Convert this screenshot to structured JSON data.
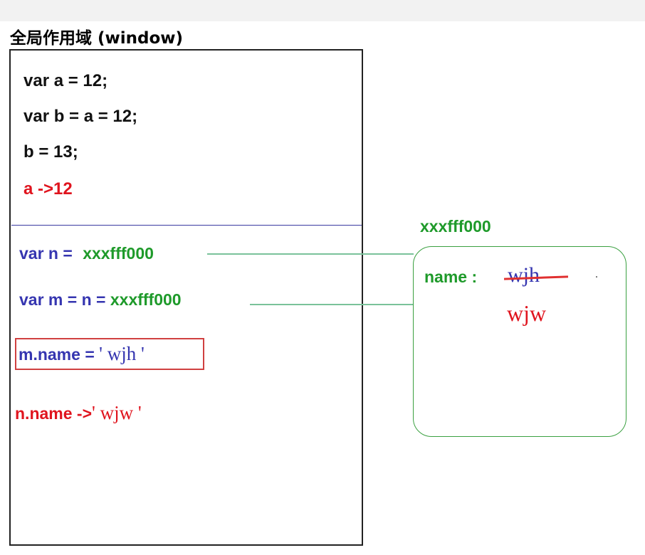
{
  "title": "全局作用域 (window)",
  "code_lines": {
    "line1": "var a = 12;",
    "line2": "var b = a = 12;",
    "line3": "b = 13;",
    "result_a": "a ->12"
  },
  "reference_lines": {
    "n_decl": "var n = ",
    "n_address": "xxxfff000",
    "m_decl": "var m = n = ",
    "m_address": "xxxfff000",
    "assign_prefix": "m.name = ",
    "assign_value": "' wjh '",
    "result_prefix": "n.name ->",
    "result_value": "' wjw '"
  },
  "heap_object": {
    "address_label": "xxxfff000",
    "property_key": "name :",
    "old_value": "wjh",
    "new_value": "wjw",
    "dot": "."
  },
  "colors": {
    "black": "#111111",
    "red": "#e0141e",
    "blue": "#3535b0",
    "green": "#1e9a2a",
    "connector": "#7ac29a",
    "heap_border": "#3aa040"
  }
}
